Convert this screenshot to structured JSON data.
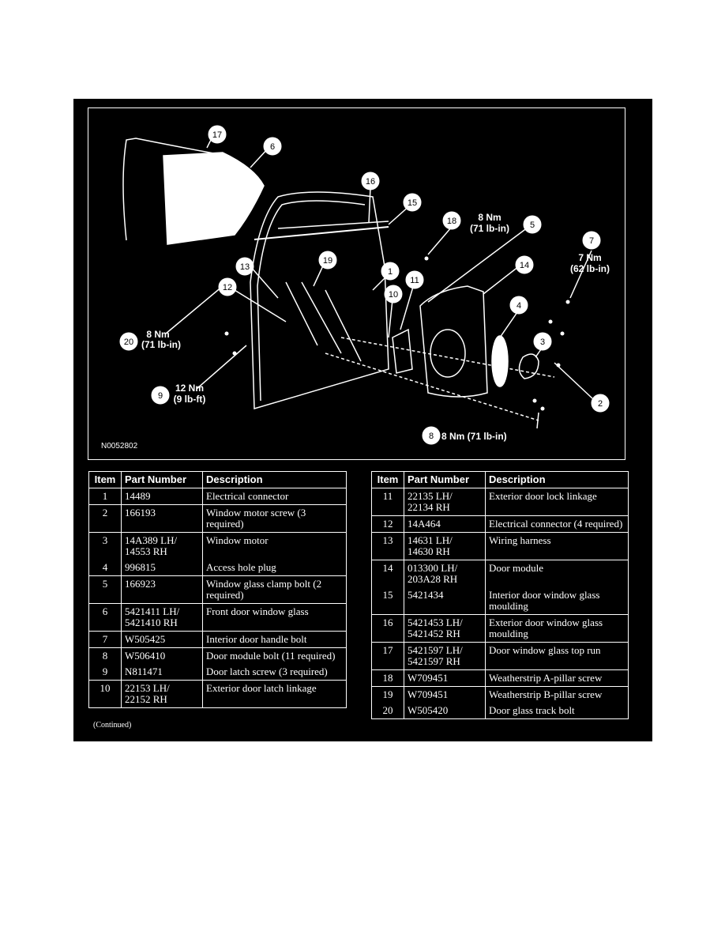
{
  "diagram": {
    "figure_id": "N0052802",
    "callouts": {
      "c1": "1",
      "c2": "2",
      "c3": "3",
      "c4": "4",
      "c5": "5",
      "c6": "6",
      "c7": "7",
      "c8": "8",
      "c9": "9",
      "c10": "10",
      "c11": "11",
      "c12": "12",
      "c13": "13",
      "c14": "14",
      "c15": "15",
      "c16": "16",
      "c17": "17",
      "c18": "18",
      "c19": "19",
      "c20": "20"
    },
    "torque": {
      "t5a": "8 Nm",
      "t5b": "(71 lb-in)",
      "t7a": "7 Nm",
      "t7b": "(62 lb-in)",
      "t20a": "8 Nm",
      "t20b": "(71 lb-in)",
      "t9a": "12 Nm",
      "t9b": "(9 lb-ft)",
      "t8": "8 Nm (71 lb-in)"
    }
  },
  "tables": {
    "headers": {
      "item": "Item",
      "part": "Part Number",
      "desc": "Description"
    },
    "left": [
      {
        "item": "1",
        "part": "14489",
        "desc": "Electrical connector"
      },
      {
        "item": "2",
        "part": "166193",
        "desc": "Window motor screw (3 required)"
      },
      {
        "item": "3",
        "part": "14A389 LH/\n14553 RH",
        "desc": "Window motor"
      },
      {
        "item": "4",
        "part": "996815",
        "desc": "Access hole plug"
      },
      {
        "item": "5",
        "part": "166923",
        "desc": "Window glass clamp bolt (2 required)"
      },
      {
        "item": "6",
        "part": "5421411 LH/\n5421410 RH",
        "desc": "Front door window glass"
      },
      {
        "item": "7",
        "part": "W505425",
        "desc": "Interior door handle bolt"
      },
      {
        "item": "8",
        "part": "W506410",
        "desc": "Door module bolt (11 required)"
      },
      {
        "item": "9",
        "part": "N811471",
        "desc": "Door latch screw (3 required)"
      },
      {
        "item": "10",
        "part": "22153 LH/\n22152 RH",
        "desc": "Exterior door latch linkage"
      }
    ],
    "right": [
      {
        "item": "11",
        "part": "22135 LH/\n22134 RH",
        "desc": "Exterior door lock linkage"
      },
      {
        "item": "12",
        "part": "14A464",
        "desc": "Electrical connector (4 required)"
      },
      {
        "item": "13",
        "part": "14631 LH/\n14630 RH",
        "desc": "Wiring harness"
      },
      {
        "item": "14",
        "part": "013300 LH/\n203A28 RH",
        "desc": "Door module"
      },
      {
        "item": "15",
        "part": "5421434",
        "desc": "Interior door window glass moulding"
      },
      {
        "item": "16",
        "part": "5421453 LH/\n5421452 RH",
        "desc": "Exterior door window glass moulding"
      },
      {
        "item": "17",
        "part": "5421597 LH/\n5421597 RH",
        "desc": "Door window glass top run"
      },
      {
        "item": "18",
        "part": "W709451",
        "desc": "Weatherstrip A-pillar screw"
      },
      {
        "item": "19",
        "part": "W709451",
        "desc": "Weatherstrip B-pillar screw"
      },
      {
        "item": "20",
        "part": "W505420",
        "desc": "Door glass track bolt"
      }
    ],
    "continued": "(Continued)"
  }
}
